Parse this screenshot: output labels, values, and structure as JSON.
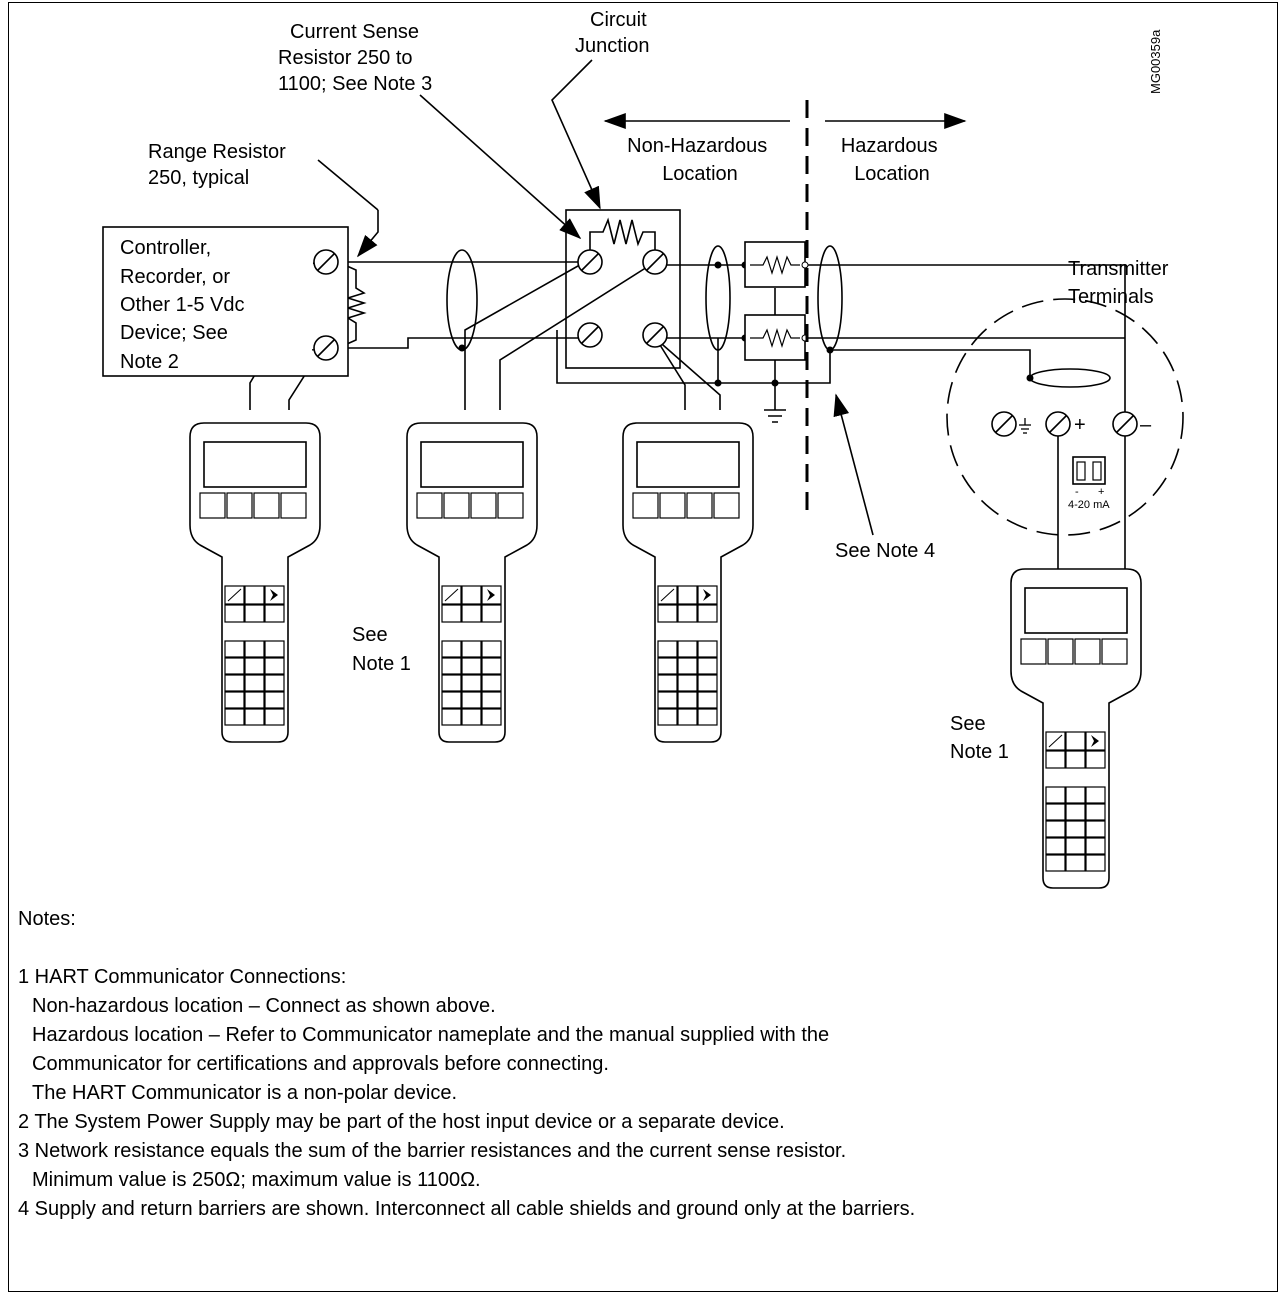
{
  "diagram": {
    "labels": {
      "current_sense": [
        "Current Sense",
        "Resistor 250 to",
        "1100; See Note 3"
      ],
      "circuit_junction": [
        "Circuit",
        "Junction"
      ],
      "range_resistor": [
        "Range Resistor",
        "250, typical"
      ],
      "non_hazardous": [
        "Non-Hazardous",
        "Location"
      ],
      "hazardous": [
        "Hazardous",
        "Location"
      ],
      "controller": [
        "Controller,",
        "Recorder, or",
        "Other 1-5 Vdc",
        "Device; See",
        "Note 2"
      ],
      "transmitter_terminals": [
        "Transmitter",
        "Terminals"
      ],
      "see_note4": "See Note 4",
      "see_note1_a": [
        "See",
        "Note 1"
      ],
      "see_note1_b": [
        "See",
        "Note 1"
      ],
      "figure_id": "MG00359a",
      "plus": "+",
      "minus": "–",
      "ma_label": "4-20 mA",
      "ma_minus": "-",
      "ma_plus": "+"
    }
  },
  "notes": {
    "heading": "Notes:",
    "lines": [
      "1 HART Communicator Connections:",
      "Non-hazardous location – Connect as shown above.",
      "Hazardous location – Refer to Communicator nameplate and the manual supplied with the",
      "Communicator for certifications and approvals before connecting.",
      "The HART Communicator is a non-polar device.",
      "2 The System Power Supply may be part of the host input device or a separate device.",
      "3 Network resistance equals the sum of the barrier resistances and the current sense resistor.",
      "Minimum value is 250Ω; maximum value is 1100Ω.",
      "4 Supply and return barriers are shown. Interconnect all cable shields and ground only at the barriers."
    ]
  }
}
